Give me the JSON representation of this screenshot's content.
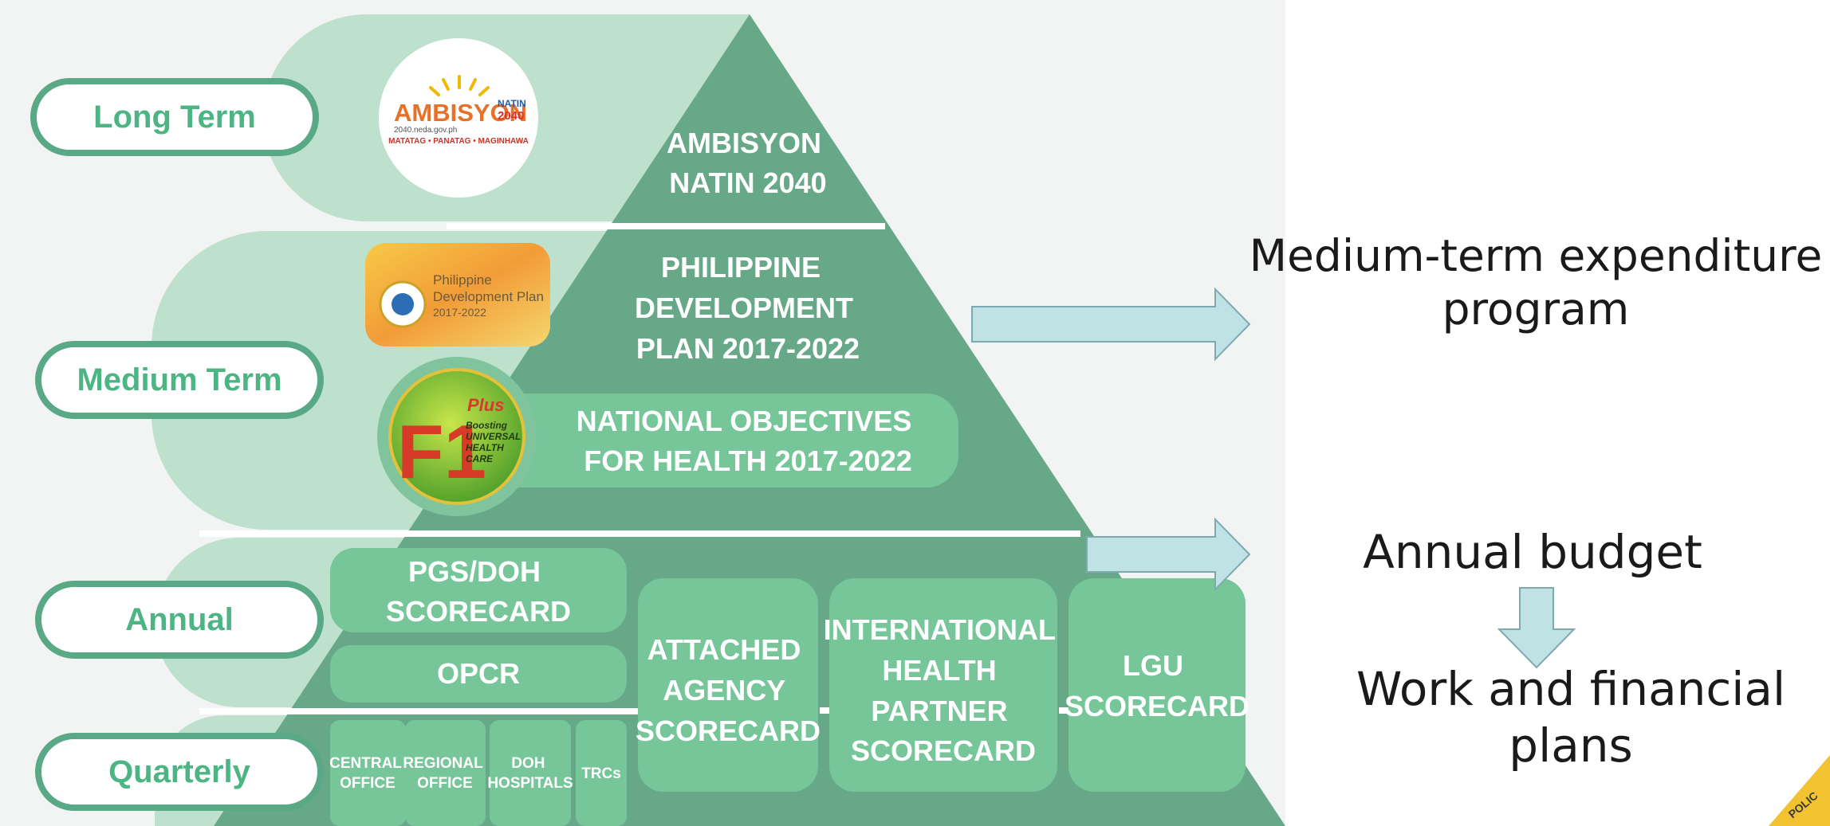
{
  "colors": {
    "panel_bg": "#f2f4f3",
    "band_light": "#bde1cc",
    "pyramid": "#66a887",
    "box_fill": "#76c69a",
    "pill_border": "#5aa986",
    "label_text": "#4db584",
    "arrow_fill": "#bfe3e4",
    "arrow_stroke": "#7fa9b0"
  },
  "tiers": {
    "long_term": "Long Term",
    "medium_term": "Medium Term",
    "annual": "Annual",
    "quarterly": "Quarterly"
  },
  "pyramid": {
    "ambisyon": [
      "AMBISYON",
      "NATIN 2040"
    ],
    "pdp": [
      "PHILIPPINE",
      "DEVELOPMENT",
      "PLAN 2017-2022"
    ],
    "noh": [
      "NATIONAL OBJECTIVES",
      "FOR HEALTH 2017-2022"
    ],
    "pgs": [
      "PGS/DOH",
      "SCORECARD"
    ],
    "opcr": "OPCR",
    "attached": [
      "ATTACHED",
      "AGENCY",
      "SCORECARD"
    ],
    "international": [
      "INTERNATIONAL",
      "HEALTH",
      "PARTNER",
      "SCORECARD"
    ],
    "lgu": [
      "LGU",
      "SCORECARD"
    ],
    "quarterly_units": [
      [
        "CENTRAL",
        "OFFICE"
      ],
      [
        "REGIONAL",
        "OFFICE"
      ],
      [
        "DOH",
        "HOSPITALS"
      ],
      [
        "TRCs"
      ]
    ]
  },
  "logos": {
    "ambisyon": {
      "word": "AMBISYON",
      "natin": "NATIN",
      "year": "2040",
      "url": "2040.neda.gov.ph",
      "tagline": "MATATAG • PANATAG • MAGINHAWA"
    },
    "pdp": [
      "Philippine",
      "Development Plan",
      "2017-2022"
    ],
    "f1": {
      "mark": "F1",
      "plus": "Plus",
      "caption": [
        "Boosting",
        "UNIVERSAL",
        "HEALTH",
        "CARE"
      ]
    }
  },
  "right_panel": {
    "medium_term_output": [
      "Medium-term expenditure",
      "program"
    ],
    "annual_output": "Annual budget",
    "work_plans": [
      "Work and financial",
      "plans"
    ]
  },
  "corner_badge": "POLIC"
}
